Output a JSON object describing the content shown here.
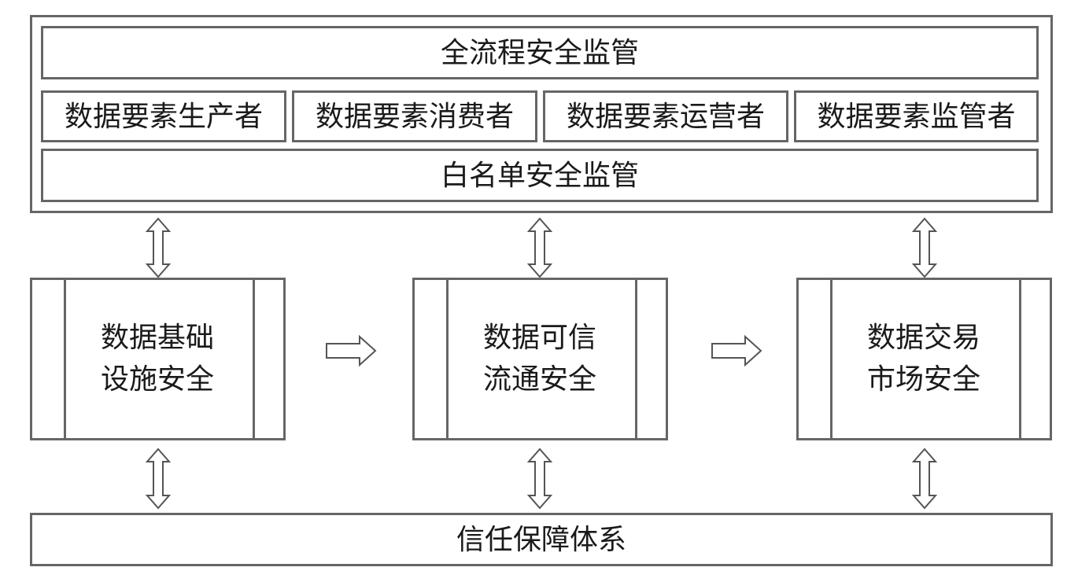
{
  "top_panel": {
    "header": "全流程安全监管",
    "roles": [
      "数据要素生产者",
      "数据要素消费者",
      "数据要素运营者",
      "数据要素监管者"
    ],
    "footer": "白名单安全监管"
  },
  "stages": [
    {
      "line1": "数据基础",
      "line2": "设施安全"
    },
    {
      "line1": "数据可信",
      "line2": "流通安全"
    },
    {
      "line1": "数据交易",
      "line2": "市场安全"
    }
  ],
  "bottom_bar": "信任保障体系"
}
